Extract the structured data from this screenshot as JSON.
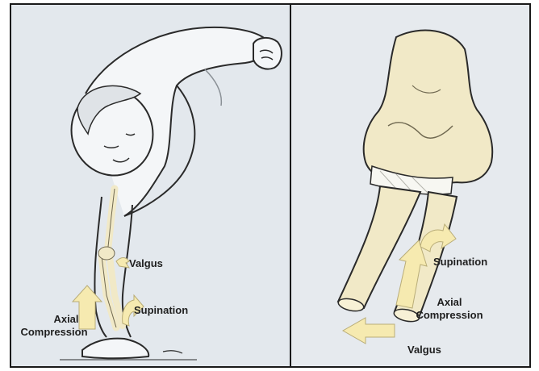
{
  "left_panel": {
    "labels": {
      "valgus": "Valgus",
      "supination": "Supination",
      "axial_line1": "Axial",
      "axial_line2": "Compression"
    }
  },
  "right_panel": {
    "labels": {
      "supination": "Supination",
      "axial_line1": "Axial",
      "axial_line2": "Compression",
      "valgus": "Valgus"
    }
  },
  "colors": {
    "background": "#e3e8ed",
    "bone_fill": "#f1e9c7",
    "arrow_fill": "#f6eab0",
    "line": "#2a2a2a",
    "frame": "#1a1a1a"
  }
}
